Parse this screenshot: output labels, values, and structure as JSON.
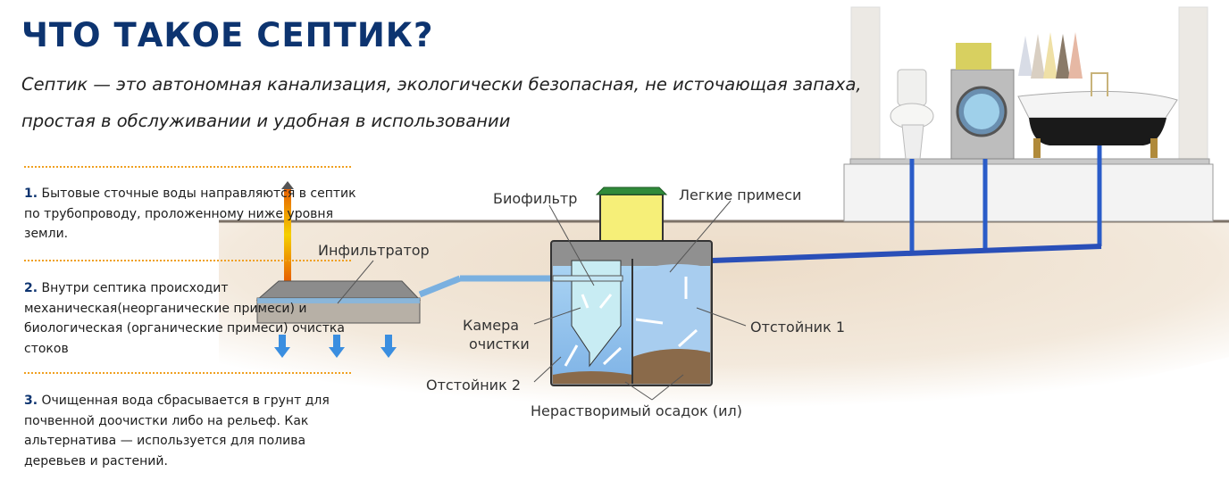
{
  "header": {
    "title": "ЧТО ТАКОЕ СЕПТИК?",
    "subtitle": "Септик — это автономная канализация, экологически безопасная, не источающая запаха, простая в обслуживании и удобная в использовании"
  },
  "steps": [
    {
      "num": "1.",
      "text": "Бытовые сточные воды направляются в септик   по трубопроводу, проложенному ниже уровня земли."
    },
    {
      "num": "2.",
      "text": "Внутри септика происходит механическая(неорганические примеси) и биологическая (органические примеси) очистка стоков"
    },
    {
      "num": "3.",
      "text": "Очищенная вода сбрасывается в грунт для почвенной доочистки либо на рельеф. Как альтернатива — используется для полива деревьев и растений."
    }
  ],
  "labels": {
    "infiltrator": "Инфильтратор",
    "biofilter": "Биофильтр",
    "light_impurities": "Легкие примеси",
    "chamber_line1": "Камера",
    "chamber_line2": "очистки",
    "settler1": "Отстойник 1",
    "settler2": "Отстойник 2",
    "sediment": "Нерастворимый осадок (ил)"
  },
  "colors": {
    "title": "#0d3470",
    "separator": "#f0a020",
    "pipe": "#2a5cc8",
    "water": "#8fc4ee",
    "ground": "#efe3d3"
  }
}
